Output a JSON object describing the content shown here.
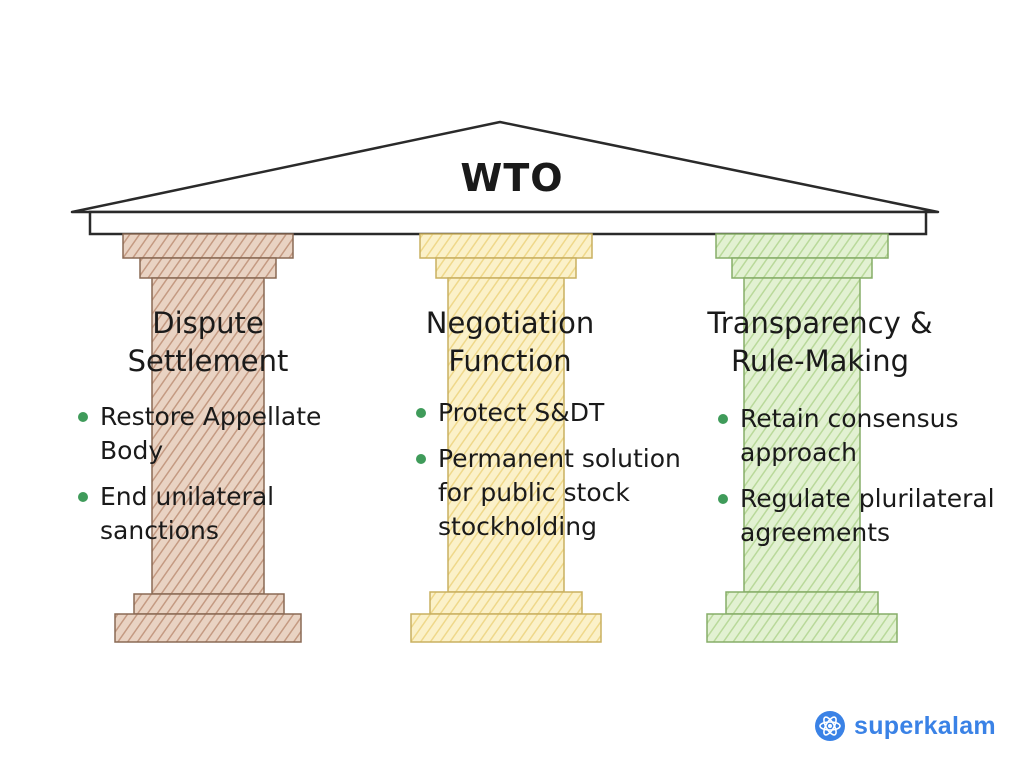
{
  "roof": {
    "title": "WTO"
  },
  "pillars": [
    {
      "title_line1": "Dispute",
      "title_line2": "Settlement",
      "color": "#c49a82",
      "color_light": "#e8cdb9",
      "bullets": [
        "Restore Appellate Body",
        "End unilateral sanctions"
      ]
    },
    {
      "title_line1": "Negotiation",
      "title_line2": "Function",
      "color": "#efd88a",
      "color_light": "#f7eab8",
      "bullets": [
        "Protect S&DT",
        "Permanent solution for public stock stockholding"
      ]
    },
    {
      "title_line1": "Transparency &",
      "title_line2": "Rule-Making",
      "color": "#b9d99a",
      "color_light": "#dcefc6",
      "bullets": [
        "Retain consensus approach",
        "Regulate plurilateral agreements"
      ]
    }
  ],
  "colors": {
    "bullet": "#3f9b5a",
    "outline": "#2a2a2a",
    "brand": "#3a82e6"
  },
  "brand": {
    "name": "superkalam",
    "icon": "atom-icon"
  }
}
